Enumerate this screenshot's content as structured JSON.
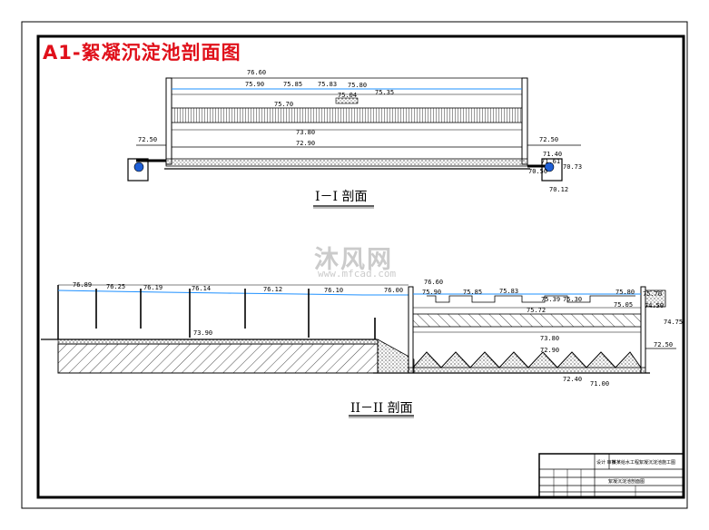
{
  "title": "A1-絮凝沉淀池剖面图",
  "section1_label": "I－I 剖面",
  "section2_label": "II－II 剖面",
  "watermark": {
    "cn": "沐风网",
    "url": "www.mfcad.com"
  },
  "section1_elevations": {
    "top_wall": "76.60",
    "water_left": "75.90",
    "water_mid": "75.85",
    "water_mid2": "75.83",
    "water_right": "75.80",
    "water_far_right": "75.35",
    "weir": "75.04",
    "pack_top": "75.70",
    "pack_bottom": "73.80",
    "floor": "72.90",
    "ground_left": "72.50",
    "ground_right": "72.50",
    "pipe_r1": "71.40",
    "pipe_r2": "71.61",
    "pipe_r3": "70.50",
    "pipe_r4": "70.73",
    "pipe_bottom": "70.12"
  },
  "section2_elevations": {
    "w1": "76.89",
    "w2": "76.25",
    "w3": "76.19",
    "w4": "76.14",
    "w5": "76.12",
    "w6": "76.10",
    "w7": "76.00",
    "floc_floor": "73.90",
    "sed_top": "76.60",
    "sed_w1": "75.90",
    "sed_w2": "75.85",
    "sed_w3": "75.83",
    "sed_w4": "75.39",
    "sed_w5": "75.30",
    "sed_r1": "75.80",
    "sed_r2": "75.05",
    "sed_pack": "75.72",
    "sed_r3": "75.70",
    "sed_r4": "74.50",
    "sed_r5": "74.75",
    "sed_mid": "73.80",
    "sed_hopper": "72.90",
    "ground": "72.50",
    "base1": "72.40",
    "base2": "71.00"
  },
  "title_block": {
    "row1": "设计 审核",
    "row2": "某某给水工程絮凝沉淀池施工图",
    "row3": "絮凝沉淀池剖面图"
  }
}
